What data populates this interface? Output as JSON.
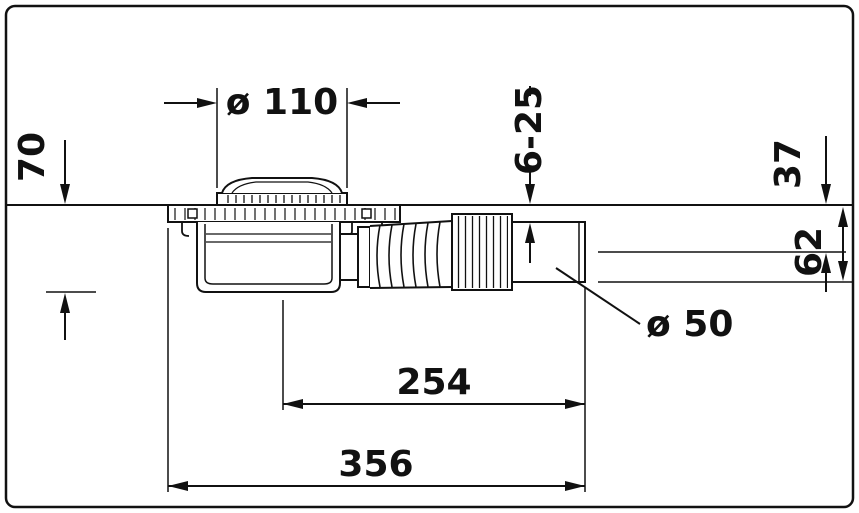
{
  "drawing": {
    "type": "technical-dimension-drawing",
    "subject": "shower drain trap with horizontal outlet pipe",
    "line_color": "#111111",
    "background": "#ffffff",
    "labels": {
      "dia_top": "ø 110",
      "adjust_range": "6-25",
      "height_left": "70",
      "offset_axis": "37",
      "offset_bottom": "62",
      "dia_pipe": "ø 50",
      "len_outlet": "254",
      "len_total": "356"
    }
  }
}
